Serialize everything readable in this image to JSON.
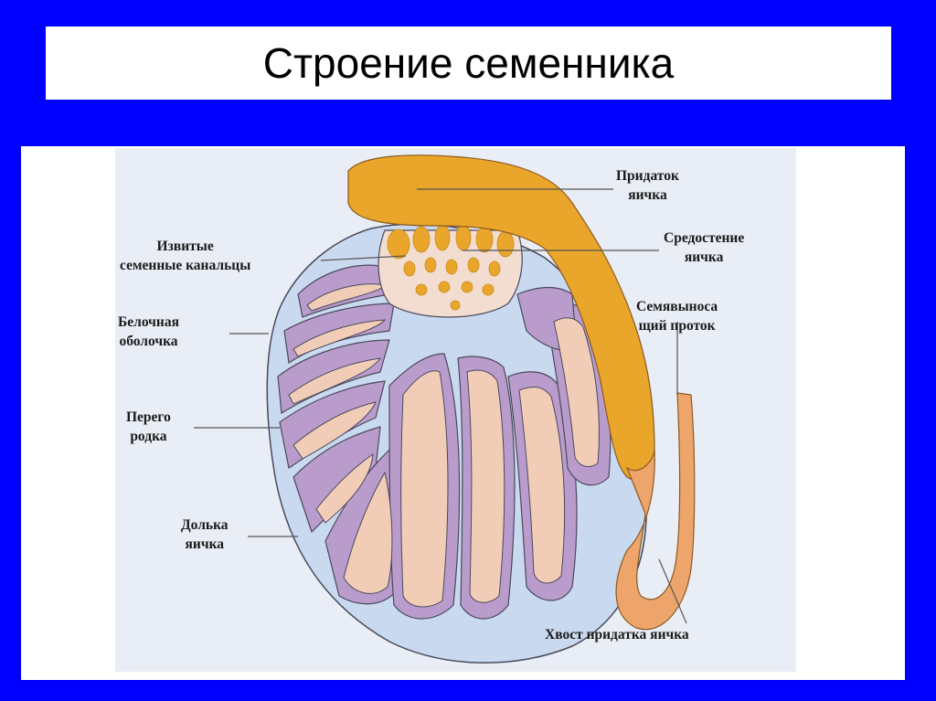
{
  "slide": {
    "title": "Строение семенника",
    "background_color": "#0000ff"
  },
  "figure": {
    "labels": {
      "epididymis": {
        "line1": "Придаток",
        "line2": "яичка"
      },
      "mediastinum": {
        "line1": "Средостение",
        "line2": "яичка"
      },
      "vas_deferens": {
        "line1": "Семявыноса",
        "line2": "щий проток"
      },
      "seminiferous_tubules": {
        "line1": "Извитые",
        "line2": "семенные канальцы"
      },
      "tunica_albuginea": {
        "line1": "Белочная",
        "line2": "оболочка"
      },
      "septa": {
        "line1": "Перего",
        "line2": "родка"
      },
      "lobule": {
        "line1": "Долька",
        "line2": "яичка"
      },
      "epididymis_tail": {
        "line1": "Хвост придатка яичка"
      }
    },
    "colors": {
      "figure_bg": "#e9edf5",
      "capsule": "#c9d9f0",
      "lobule": "#b99ccc",
      "tubule": "#f1cdb8",
      "epididymis": "#e9a62a",
      "epididymis_tail": "#eea56c",
      "outline": "#4a4a5a"
    }
  }
}
